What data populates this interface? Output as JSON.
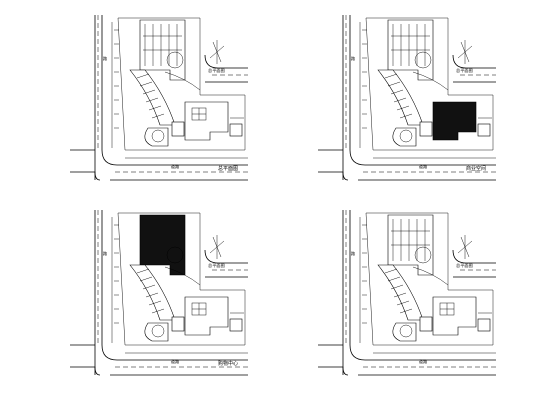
{
  "sheet": {
    "watermark": "",
    "panels": [
      {
        "id": "panel-1",
        "caption": "总平面图",
        "scale_label": "总平面图",
        "road_label_bottom": "道路",
        "road_label_left": "路",
        "highlight": "none"
      },
      {
        "id": "panel-2",
        "caption": "商业空间",
        "scale_label": "总平面图",
        "road_label_bottom": "道路",
        "road_label_left": "路",
        "highlight": "podium"
      },
      {
        "id": "panel-3",
        "caption": "购物中心",
        "scale_label": "总平面图",
        "road_label_bottom": "道路",
        "road_label_left": "路",
        "highlight": "tower"
      },
      {
        "id": "panel-4",
        "caption": "",
        "scale_label": "总平面图",
        "road_label_bottom": "道路",
        "road_label_left": "路",
        "highlight": "none"
      }
    ]
  }
}
